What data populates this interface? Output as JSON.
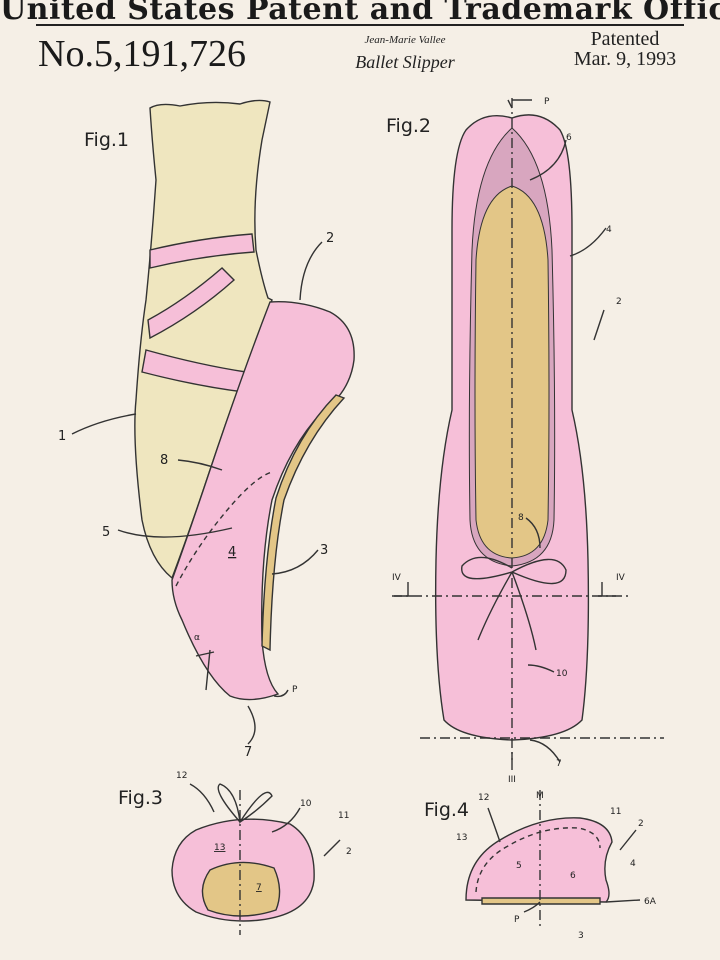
{
  "header": {
    "title": "United States Patent and Trademark Office",
    "patent_number": "No.5,191,726",
    "inventor": "Jean-Marie Vallee",
    "invention": "Ballet Slipper",
    "patented_label": "Patented",
    "date": "Mar. 9, 1993"
  },
  "colors": {
    "background": "#f5efe6",
    "slipper_pink": "#f6bfd8",
    "leg_cream": "#efe6bf",
    "insole_tan": "#e3c687"
  },
  "figures": {
    "fig1": {
      "title": "Fig.1",
      "refs": {
        "r1": "1",
        "r2": "2",
        "r3": "3",
        "r4": "4",
        "r5": "5",
        "r7": "7",
        "r8": "8",
        "p": "P",
        "alpha": "α"
      }
    },
    "fig2": {
      "title": "Fig.2",
      "refs": {
        "p": "P",
        "r2": "2",
        "r4": "4",
        "r6": "6",
        "r7": "7",
        "r8": "8",
        "r10": "10",
        "iv_left": "IV",
        "iv_right": "IV",
        "iii": "III"
      }
    },
    "fig3": {
      "title": "Fig.3",
      "refs": {
        "r12": "12",
        "r10": "10",
        "r11": "11",
        "r2": "2",
        "r13": "13",
        "r7": "7"
      }
    },
    "fig4": {
      "title": "Fig.4",
      "refs": {
        "m": "M",
        "r12": "12",
        "r11": "11",
        "r2": "2",
        "r13": "13",
        "r5": "5",
        "r4": "4",
        "r6": "6",
        "r6a": "6A",
        "p": "P",
        "r3": "3"
      }
    }
  }
}
